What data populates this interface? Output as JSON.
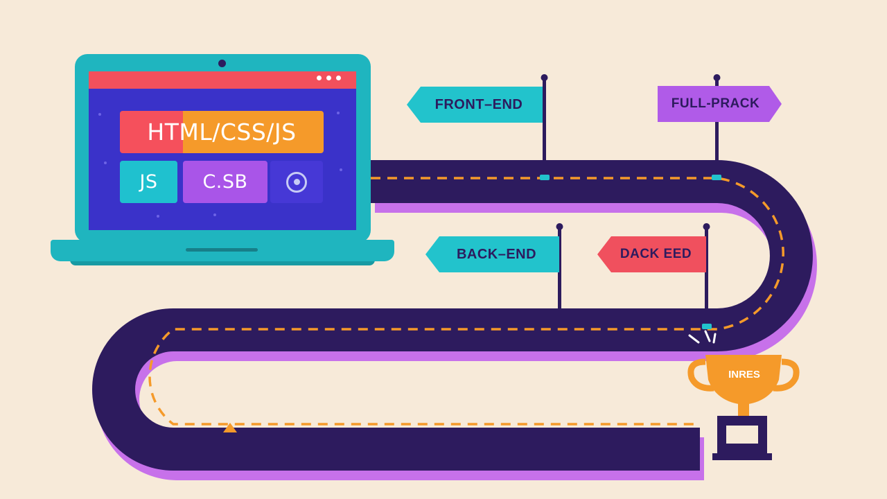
{
  "laptop": {
    "screen_tags": {
      "html_css_js": "HTML/CSS/JS",
      "js": "JS",
      "csb": "C.SB",
      "target_icon": "target-icon"
    }
  },
  "signposts": {
    "frontend": "FRONT–END",
    "fullstack": "FULL-PRACK",
    "backend_1": "BACK–END",
    "backend_2": "DACK EED"
  },
  "trophy": {
    "label": "INRES",
    "icon": "trophy-icon"
  },
  "colors": {
    "background": "#f7ead9",
    "road": "#2d1b5e",
    "road_dash": "#f59a2a",
    "road_edge": "#c771ea",
    "teal": "#1fb5bf",
    "screen": "#3a32c9",
    "red": "#f0505e",
    "orange": "#f59a2a",
    "purple": "#b05be8",
    "cyan": "#22c3cc"
  }
}
